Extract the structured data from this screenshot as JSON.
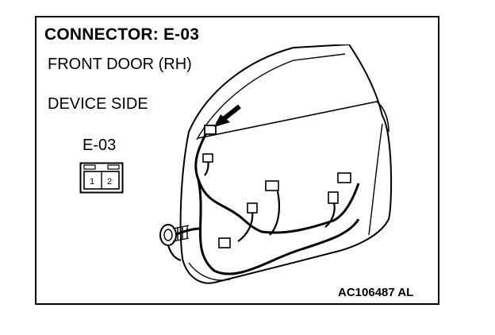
{
  "diagram": {
    "title": "CONNECTOR: E-03",
    "location": "FRONT DOOR (RH)",
    "side": "DEVICE SIDE",
    "connector_id": "E-03",
    "pins": [
      "1",
      "2"
    ],
    "figure_code": "AC106487 AL"
  }
}
